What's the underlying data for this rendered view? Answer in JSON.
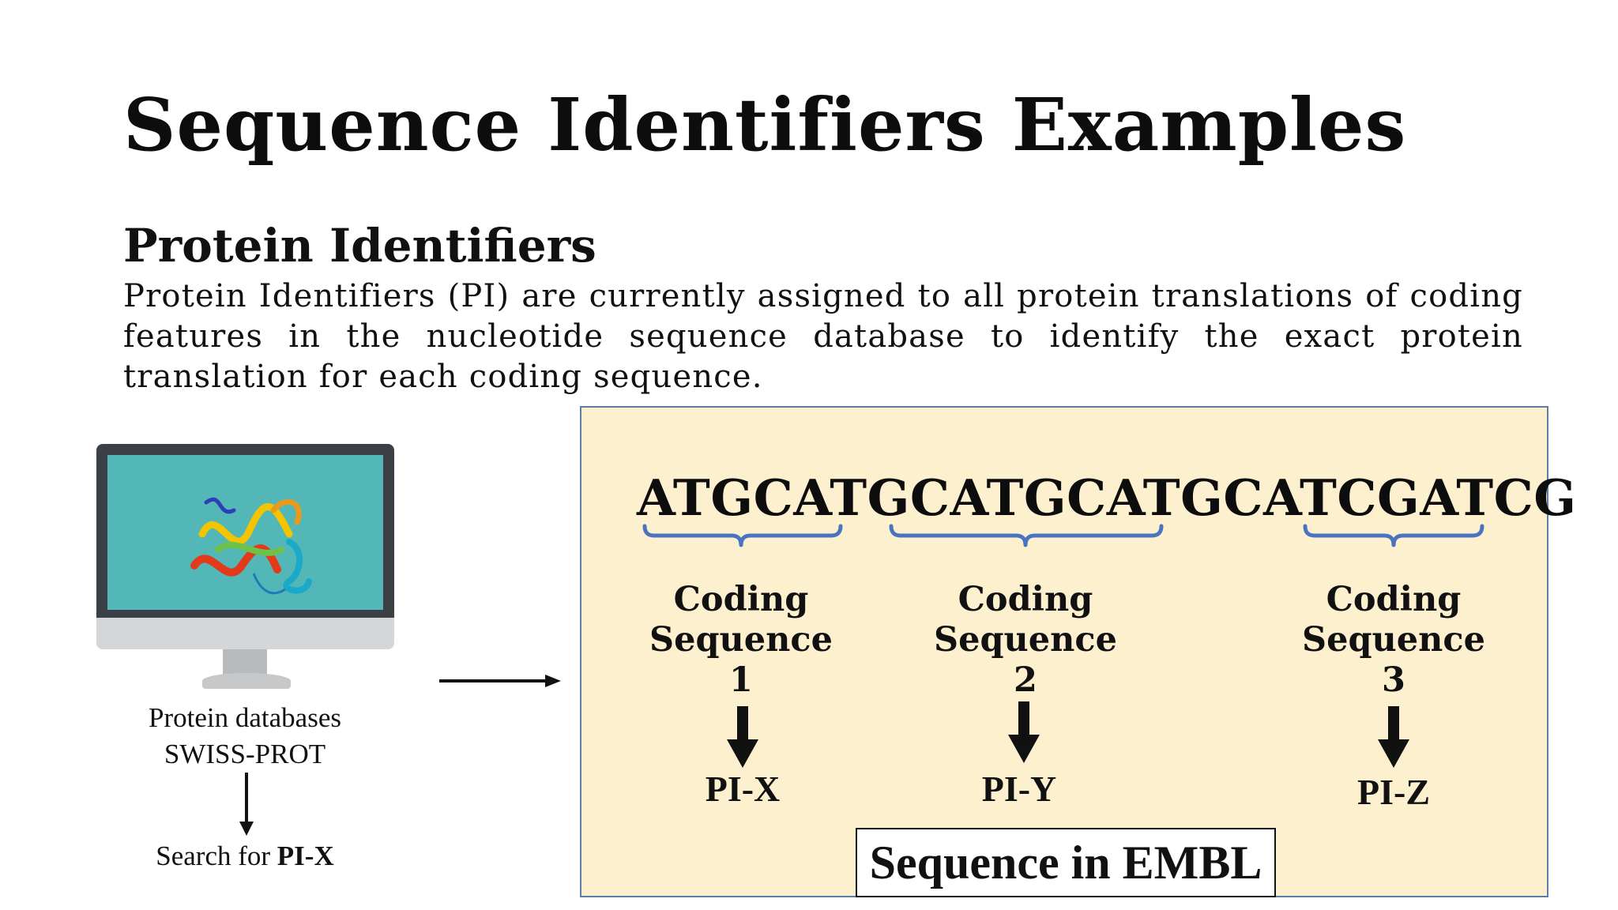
{
  "slide": {
    "title": "Sequence Identifiers Examples",
    "subtitle": "Protein Identifiers",
    "paragraph": "Protein Identifiers (PI) are currently assigned to all protein translations of coding features in the nucleotide sequence database to identify the exact protein translation for each coding sequence."
  },
  "left_panel": {
    "db_line1": "Protein databases",
    "db_line2": "SWISS-PROT",
    "search_prefix": "Search for ",
    "search_target": "PI-X"
  },
  "embl_panel": {
    "dna_sequence": "ATGCATGCATGCATGCATCGATCG",
    "coding_sequences": [
      {
        "line1": "Coding",
        "line2": "Sequence",
        "number": "1",
        "pi": "PI-X"
      },
      {
        "line1": "Coding",
        "line2": "Sequence",
        "number": "2",
        "pi": "PI-Y"
      },
      {
        "line1": "Coding",
        "line2": "Sequence",
        "number": "3",
        "pi": "PI-Z"
      }
    ],
    "caption": "Sequence in EMBL"
  },
  "colors": {
    "panel_background": "#fdf0cf",
    "panel_border": "#5a7fa8",
    "brace": "#4a74c0",
    "screen": "#53b7b7"
  },
  "icons": [
    "monitor-icon",
    "protein-structure-icon",
    "arrow-right-icon",
    "arrow-down-icon"
  ]
}
